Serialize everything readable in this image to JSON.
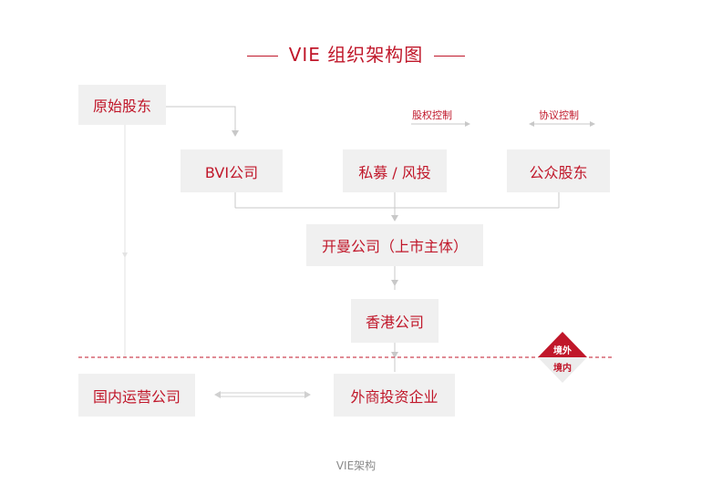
{
  "title": "VIE 组织架构图",
  "legend": {
    "equity": "股权控制",
    "agreement": "协议控制"
  },
  "nodes": {
    "original_shareholders": "原始股东",
    "bvi": "BVI公司",
    "pe_vc": "私募 / 风投",
    "public": "公众股东",
    "cayman": "开曼公司（上市主体）",
    "hongkong": "香港公司",
    "domestic_ops": "国内运营公司",
    "wfoe": "外商投资企业"
  },
  "border": {
    "outside": "境外",
    "inside": "境内"
  },
  "caption": "VIE架构",
  "colors": {
    "accent": "#c0172a",
    "box_bg": "#f0f0f0",
    "line": "#c8c8c8"
  }
}
